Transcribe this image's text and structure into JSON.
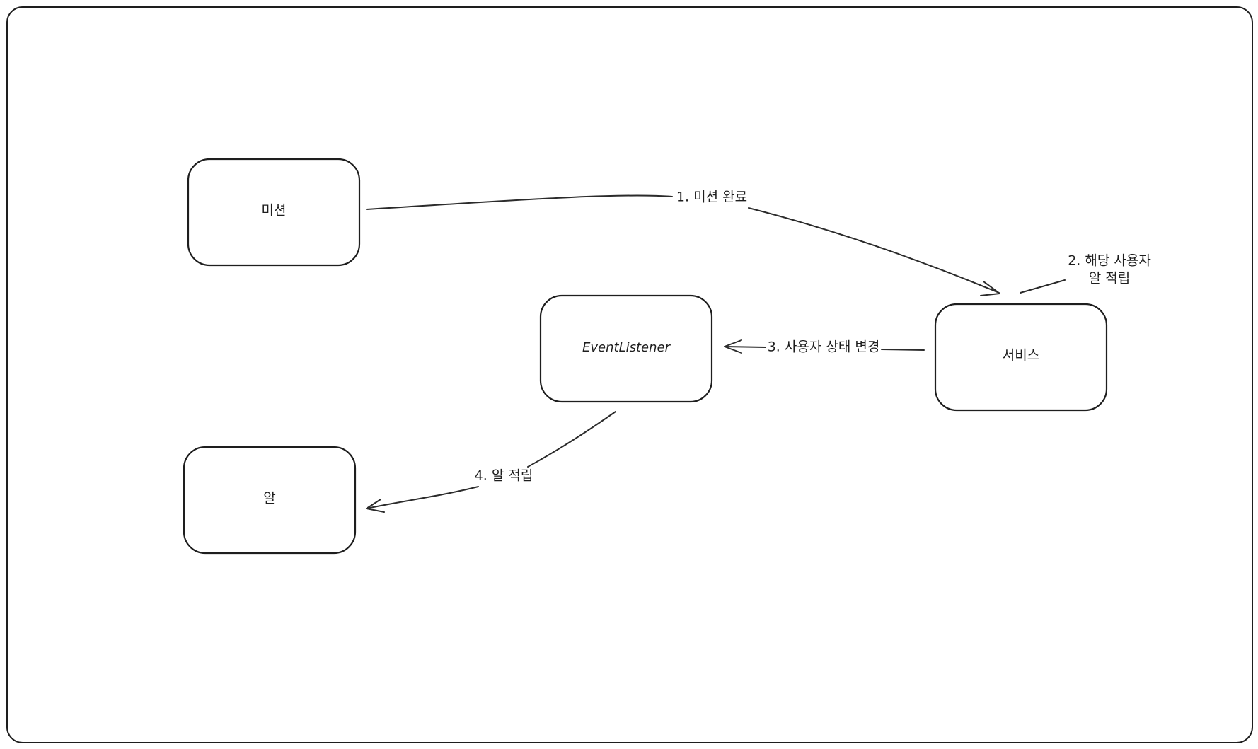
{
  "nodes": {
    "mission": {
      "label": "미션"
    },
    "event_listener": {
      "label": "EventListener"
    },
    "service": {
      "label": "서비스"
    },
    "egg": {
      "label": "알"
    }
  },
  "edges": {
    "mission_complete": {
      "label": "1. 미션 완료"
    },
    "accumulate_egg_line1": {
      "label": "2. 해당 사용자"
    },
    "accumulate_egg_line2": {
      "label": "알 적립"
    },
    "user_state_change": {
      "label": "3. 사용자 상태 변경"
    },
    "egg_accumulate": {
      "label": "4. 알 적립"
    }
  }
}
